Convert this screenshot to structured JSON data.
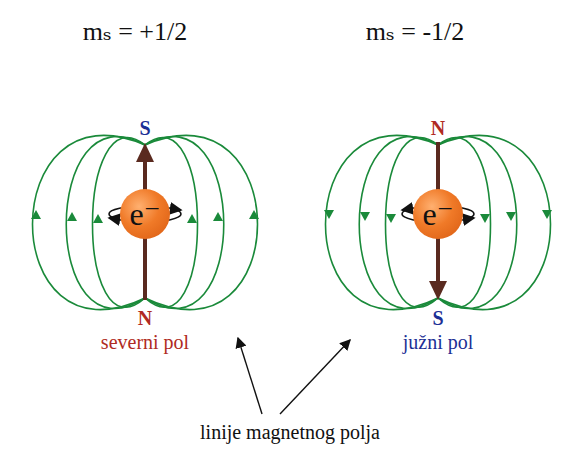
{
  "diagram": {
    "nodes": [
      {
        "text": [
          "e⁻"
        ]
      },
      {
        "text": [
          "e⁻"
        ]
      }
    ],
    "labels": [
      "mₛ = +1/2",
      "S",
      "N",
      "severni pol",
      "mₛ = -1/2",
      "N",
      "S",
      "južni pol",
      "linije magnetnog polja"
    ]
  }
}
